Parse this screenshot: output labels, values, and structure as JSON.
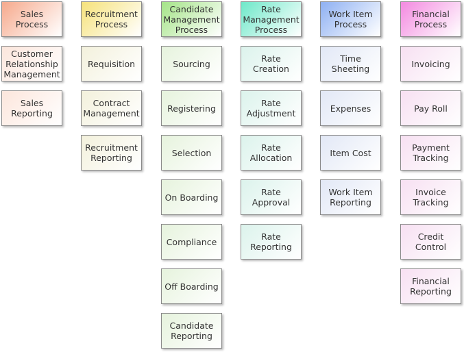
{
  "columns": [
    {
      "id": "sales",
      "header": "Sales Process",
      "header_color": "#f6a98c",
      "item_color": "#fce6dc",
      "items": [
        "Customer Relationship Management",
        "Sales Reporting"
      ]
    },
    {
      "id": "recruitment",
      "header": "Recruitment Process",
      "header_color": "#f6e27a",
      "item_color": "#f3f1dc",
      "items": [
        "Requisition",
        "Contract Management",
        "Recruitment Reporting"
      ]
    },
    {
      "id": "candidate",
      "header": "Candidate Management Process",
      "header_color": "#a4e487",
      "item_color": "#e6f3dd",
      "items": [
        "Sourcing",
        "Registering",
        "Selection",
        "On Boarding",
        "Compliance",
        "Off Boarding",
        "Candidate Reporting"
      ]
    },
    {
      "id": "rate",
      "header": "Rate Management Process",
      "header_color": "#6ee8c9",
      "item_color": "#dcf3ec",
      "items": [
        "Rate Creation",
        "Rate Adjustment",
        "Rate Allocation",
        "Rate Approval",
        "Rate Reporting"
      ]
    },
    {
      "id": "workitem",
      "header": "Work Item Process",
      "header_color": "#8eb0f2",
      "item_color": "#e2e8f6",
      "items": [
        "Time Sheeting",
        "Expenses",
        "Item Cost",
        "Work Item Reporting"
      ]
    },
    {
      "id": "financial",
      "header": "Financial Process",
      "header_color": "#f38ae0",
      "item_color": "#f7e0f2",
      "items": [
        "Invoicing",
        "Pay Roll",
        "Payment Tracking",
        "Invoice Tracking",
        "Credit Control",
        "Financial Reporting"
      ]
    }
  ]
}
